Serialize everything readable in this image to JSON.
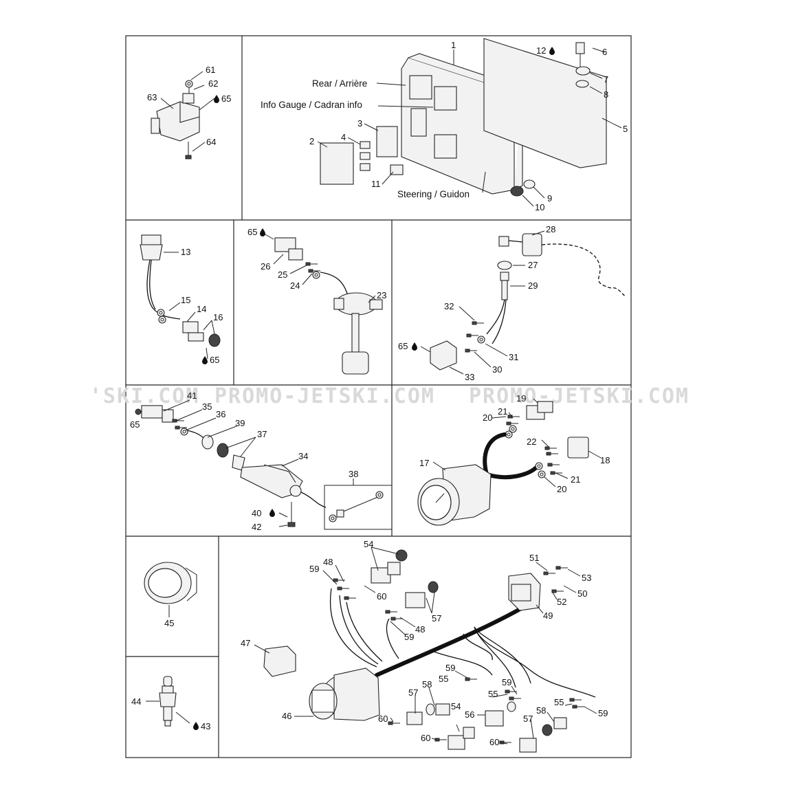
{
  "watermark": {
    "left": "'SKI.COM",
    "middle": "PROMO-JETSKI.COM",
    "right": "PROMO-JETSKI.COM"
  },
  "panel_main": {
    "callout_rear": "Rear / Arrière",
    "callout_info": "Info Gauge / Cadran info",
    "callout_steering": "Steering / Guidon",
    "refs": [
      "1",
      "2",
      "3",
      "4",
      "5",
      "6",
      "7",
      "8",
      "9",
      "10",
      "11",
      "12"
    ]
  },
  "panel_valve": {
    "refs": [
      "61",
      "62",
      "63",
      "64",
      "65"
    ]
  },
  "panel_sensor13": {
    "refs": [
      "13",
      "14",
      "15",
      "16",
      "65"
    ]
  },
  "panel_sensor23": {
    "refs": [
      "65",
      "26",
      "25",
      "24",
      "23"
    ]
  },
  "panel_switch28": {
    "refs": [
      "28",
      "27",
      "29",
      "32",
      "31",
      "65",
      "30",
      "33"
    ]
  },
  "panel_sensor34": {
    "refs": [
      "41",
      "35",
      "36",
      "65",
      "39",
      "37",
      "34",
      "38",
      "40",
      "42"
    ]
  },
  "panel_gauge17": {
    "refs": [
      "19",
      "21",
      "20",
      "22",
      "18",
      "17",
      "21",
      "20"
    ]
  },
  "panel_ring45": {
    "refs": [
      "45"
    ]
  },
  "panel_sensor44": {
    "refs": [
      "44",
      "43"
    ]
  },
  "panel_harness": {
    "refs": [
      "54",
      "59",
      "48",
      "60",
      "57",
      "48",
      "59",
      "47",
      "51",
      "53",
      "52",
      "50",
      "49",
      "46",
      "59",
      "58",
      "55",
      "57",
      "60",
      "54",
      "60",
      "56",
      "55",
      "59",
      "58",
      "57",
      "60",
      "55",
      "59"
    ]
  },
  "colors": {
    "line": "#222222",
    "fill": "#f2f2f2",
    "watermark": "#d9d9d9"
  },
  "icons": [
    "oil-drop-icon"
  ]
}
